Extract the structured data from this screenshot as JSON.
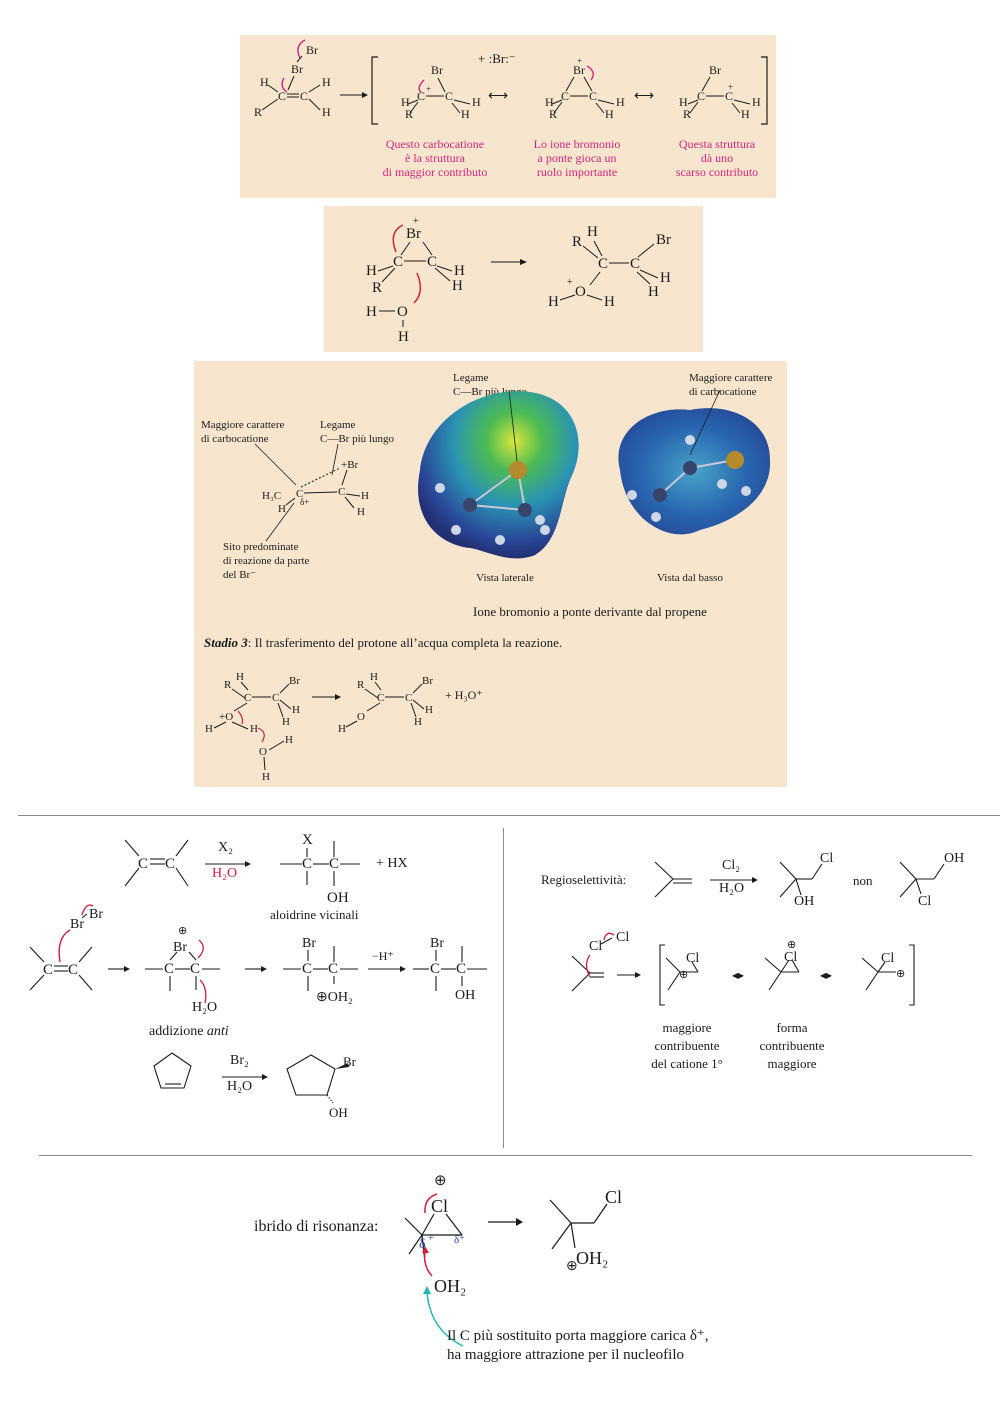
{
  "panel1": {
    "captions": [
      "Questo carbocatione\nè la struttura\ndi maggior contributo",
      "Lo ione bromonio\na ponte gioca un\nruolo importante",
      "Questa struttura\ndà uno\nscarso contributo"
    ],
    "bromide": "+ :Br:⁻"
  },
  "panel3": {
    "left_label_1": "Maggiore carattere\ndi carbocatione",
    "left_label_2": "Legame\nC—Br più lungo",
    "left_label_3": "Sito predominate\ndi reazione da parte\ndel Br⁻",
    "top_label_1": "Legame\nC—Br più lungo",
    "top_label_2": "Maggiore carattere\ndi carbocatione",
    "view1": "Vista laterale",
    "view2": "Vista dal basso",
    "title": "Ione bromonio a ponte derivante dal propene",
    "stage_prefix": "Stadio 3",
    "stage_text": ": Il trasferimento del protone all’acqua completa la reazione.",
    "h3o": "+ H₃O⁺"
  },
  "left_box": {
    "reagent1": "X₂",
    "reagent2": "H₂O",
    "plus_hx": "+ HX",
    "product_label": "aloidrine vicinali",
    "minus_h": "−H⁺",
    "h2o": "H₂O",
    "anti_prefix": "addizione ",
    "anti_word": "anti",
    "br2": "Br₂",
    "h2o2": "H₂O"
  },
  "right_box": {
    "regio_label": "Regioselettività:",
    "cl2": "Cl₂",
    "h2o": "H₂O",
    "non": "non",
    "caption1": "maggiore\ncontribuente\ndel catione 1°",
    "caption2": "forma\ncontribuente\nmaggiore"
  },
  "bottom": {
    "hybrid_label": "ibrido di risonanza:",
    "note": "Il C più sostituito porta maggiore carica δ⁺,\nha maggiore attrazione per il nucleofilo",
    "oh2": "OH₂",
    "delta": "δ⁺"
  },
  "colors": {
    "panel_bg": "#f7e6cd",
    "pink": "#d6267a",
    "blue_dots": "#22a0dc",
    "red_arrow": "#d21f3c",
    "teal_arrow": "#20b7b0"
  }
}
